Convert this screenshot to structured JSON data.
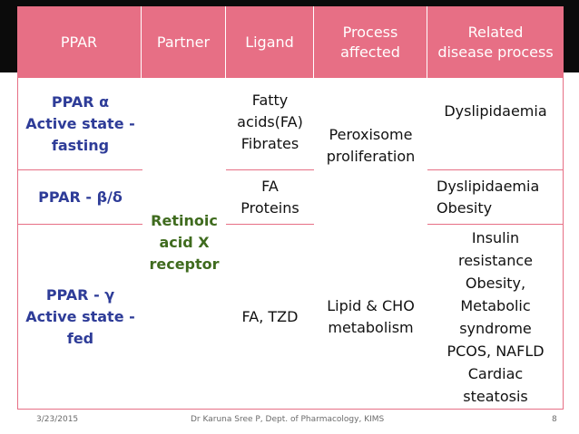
{
  "table": {
    "headers": [
      "PPAR",
      "Partner",
      "Ligand",
      "Process\naffected",
      "Related\ndisease process"
    ],
    "rows": [
      {
        "ppar": "PPAR α\nActive state -\nfasting",
        "ligand": "Fatty\nacids(FA)\nFibrates",
        "disease": "Dyslipidaemia"
      },
      {
        "ppar": "PPAR  - β/δ",
        "ligand": "FA\nProteins",
        "disease": "Dyslipidaemia\nObesity"
      },
      {
        "ppar": "PPAR  - γ\nActive state -\nfed",
        "ligand": "FA, TZD",
        "disease": "Insulin\nresistance\nObesity,\nMetabolic\nsyndrome\nPCOS, NAFLD\nCardiac\nsteatosis"
      }
    ],
    "partner": "Retinoic\nacid  X\nreceptor",
    "process_top": "Peroxisome\nproliferation",
    "process_bottom": "Lipid & CHO\nmetabolism"
  },
  "footer": {
    "date": "3/23/2015",
    "author": "Dr Karuna Sree P, Dept. of Pharmacology, KIMS",
    "page": "8"
  },
  "colors": {
    "header_bg": "#e76f85",
    "ppar_text": "#2e3c98",
    "partner_text": "#3f6b1e"
  }
}
